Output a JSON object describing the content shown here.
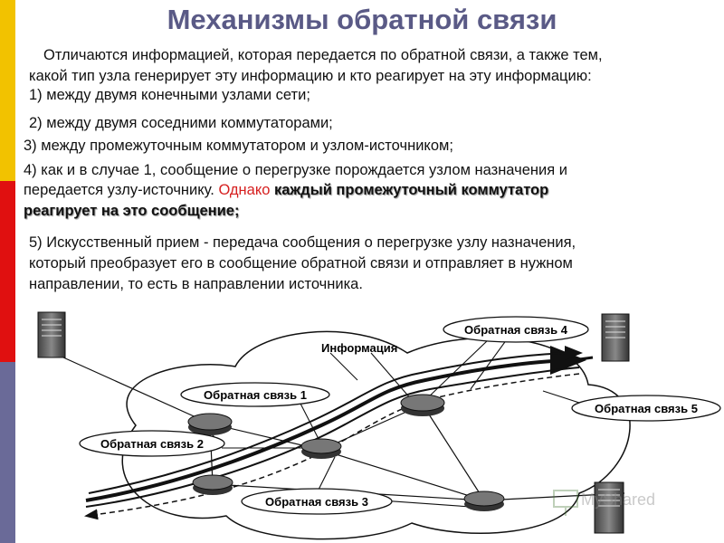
{
  "slide": {
    "title": "Механизмы обратной связи",
    "intro_1": "Отличаются информацией, которая передается по обратной связи, а также тем,",
    "intro_2": "какой тип узла генерирует эту информацию и кто реагирует на эту информацию:",
    "item1": "1) между двумя конечными узлами сети;",
    "item2": "2) между двумя соседними коммутаторами;",
    "item3": "3) между промежуточным коммутатором и узлом-источником;",
    "item4_line1": "4) как и в случае 1, сообщение о перегрузке порождается узлом назначения и",
    "item4_line2_a": "передается узлу-источнику.",
    "item4_line2_b": "Однако",
    "item4_line2_c": "каждый промежуточный коммутатор",
    "item4_line3": "реагирует на это сообщение;",
    "item5_line1": "5) Искусственный прием - передача сообщения о перегрузке узлу назначения,",
    "item5_line2": "который преобразует его в сообщение обратной связи и отправляет в нужном",
    "item5_line3": "направлении, то есть в направлении источника."
  },
  "diagram": {
    "info_label": "Информация",
    "feedback_1": "Обратная связь 1",
    "feedback_2": "Обратная связь 2",
    "feedback_3": "Обратная связь 3",
    "feedback_4": "Обратная связь 4",
    "feedback_5": "Обратная связь 5"
  },
  "watermark": {
    "logo_text": "MyShared"
  },
  "colors": {
    "title": "#5a5a86",
    "accent_red": "#d62020",
    "stripe_yellow": "#f2c200",
    "stripe_red": "#e01010",
    "stripe_slate": "#6a6a98"
  },
  "icons": [
    "server-icon",
    "switch-icon",
    "presentation-icon"
  ]
}
